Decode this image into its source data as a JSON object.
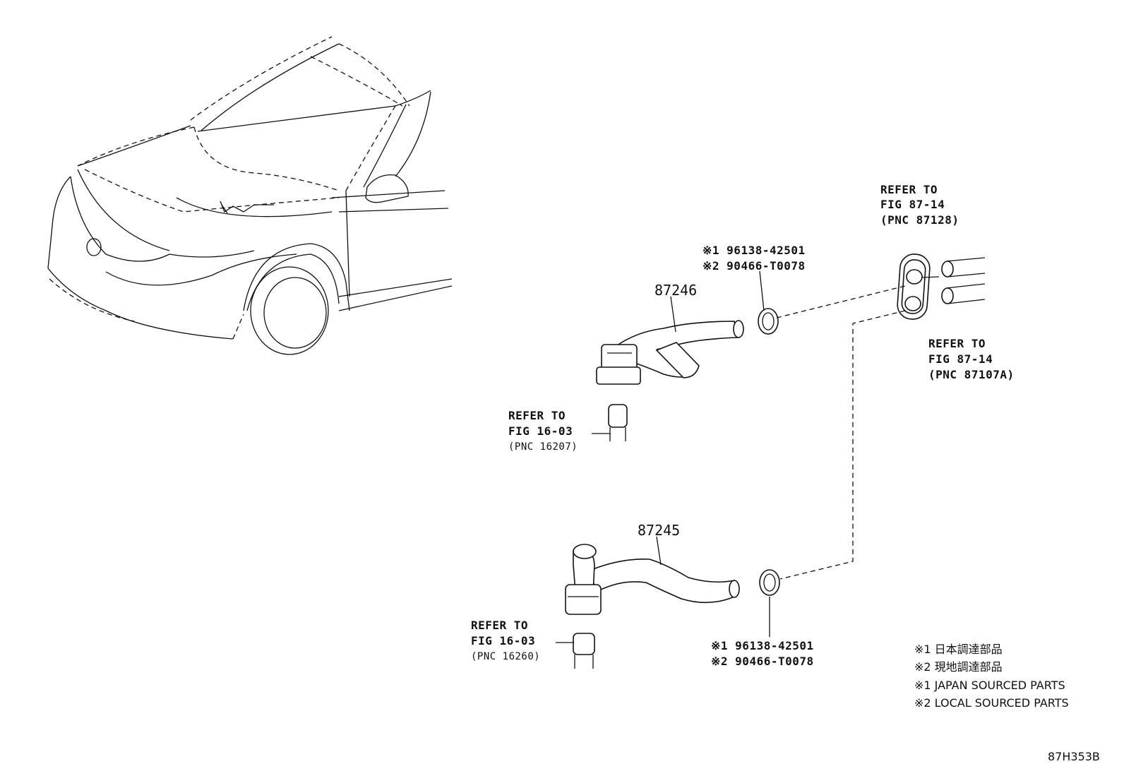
{
  "diagram": {
    "refs": {
      "top_right_upper": [
        "REFER TO",
        "FIG 87-14",
        "(PNC 87128)"
      ],
      "top_right_lower": [
        "REFER TO",
        "FIG 87-14",
        "(PNC 87107A)"
      ],
      "left_upper": [
        "REFER TO",
        "FIG 16-03",
        "(PNC 16207)"
      ],
      "left_lower": [
        "REFER TO",
        "FIG 16-03",
        "(PNC 16260)"
      ]
    },
    "parts": {
      "hose_upper": "87246",
      "hose_lower": "87245",
      "clamp_upper": [
        "※1 96138-42501",
        "※2 90466-T0078"
      ],
      "clamp_lower": [
        "※1 96138-42501",
        "※2 90466-T0078"
      ]
    },
    "legend": [
      "※1  日本調達部品",
      "※2  現地調達部品",
      "※1  JAPAN SOURCED PARTS",
      "※2  LOCAL SOURCED PARTS"
    ],
    "figure_code": "87H353B"
  }
}
